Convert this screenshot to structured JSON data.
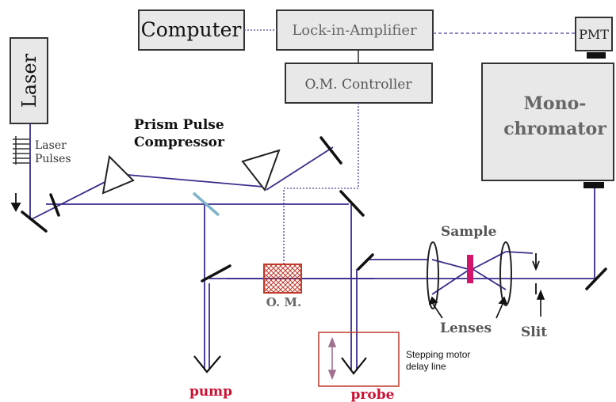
{
  "labels": {
    "computer": "Computer",
    "lock_in": "Lock-in-Amplifier",
    "om_controller": "O.M. Controller",
    "pmt": "PMT",
    "mono_line1": "Mono-",
    "mono_line2": "chromator",
    "laser": "Laser",
    "laser_pulses_line1": "Laser",
    "laser_pulses_line2": "Pulses",
    "prism_line1": "Prism Pulse",
    "prism_line2": "Compressor",
    "om": "O. M.",
    "sample": "Sample",
    "lenses": "Lenses",
    "slit": "Slit",
    "stepping_line1": "Stepping motor",
    "stepping_line2": "delay line",
    "pump": "pump",
    "probe": "probe"
  },
  "colors": {
    "beam": "#3a2d8c",
    "box_fill": "#e8e8e8",
    "box_stroke": "#333333",
    "label_gray": "#555555",
    "accent_red": "#cc1133",
    "sample_magenta": "#d4146a",
    "dotted": "#6a5fb0"
  }
}
